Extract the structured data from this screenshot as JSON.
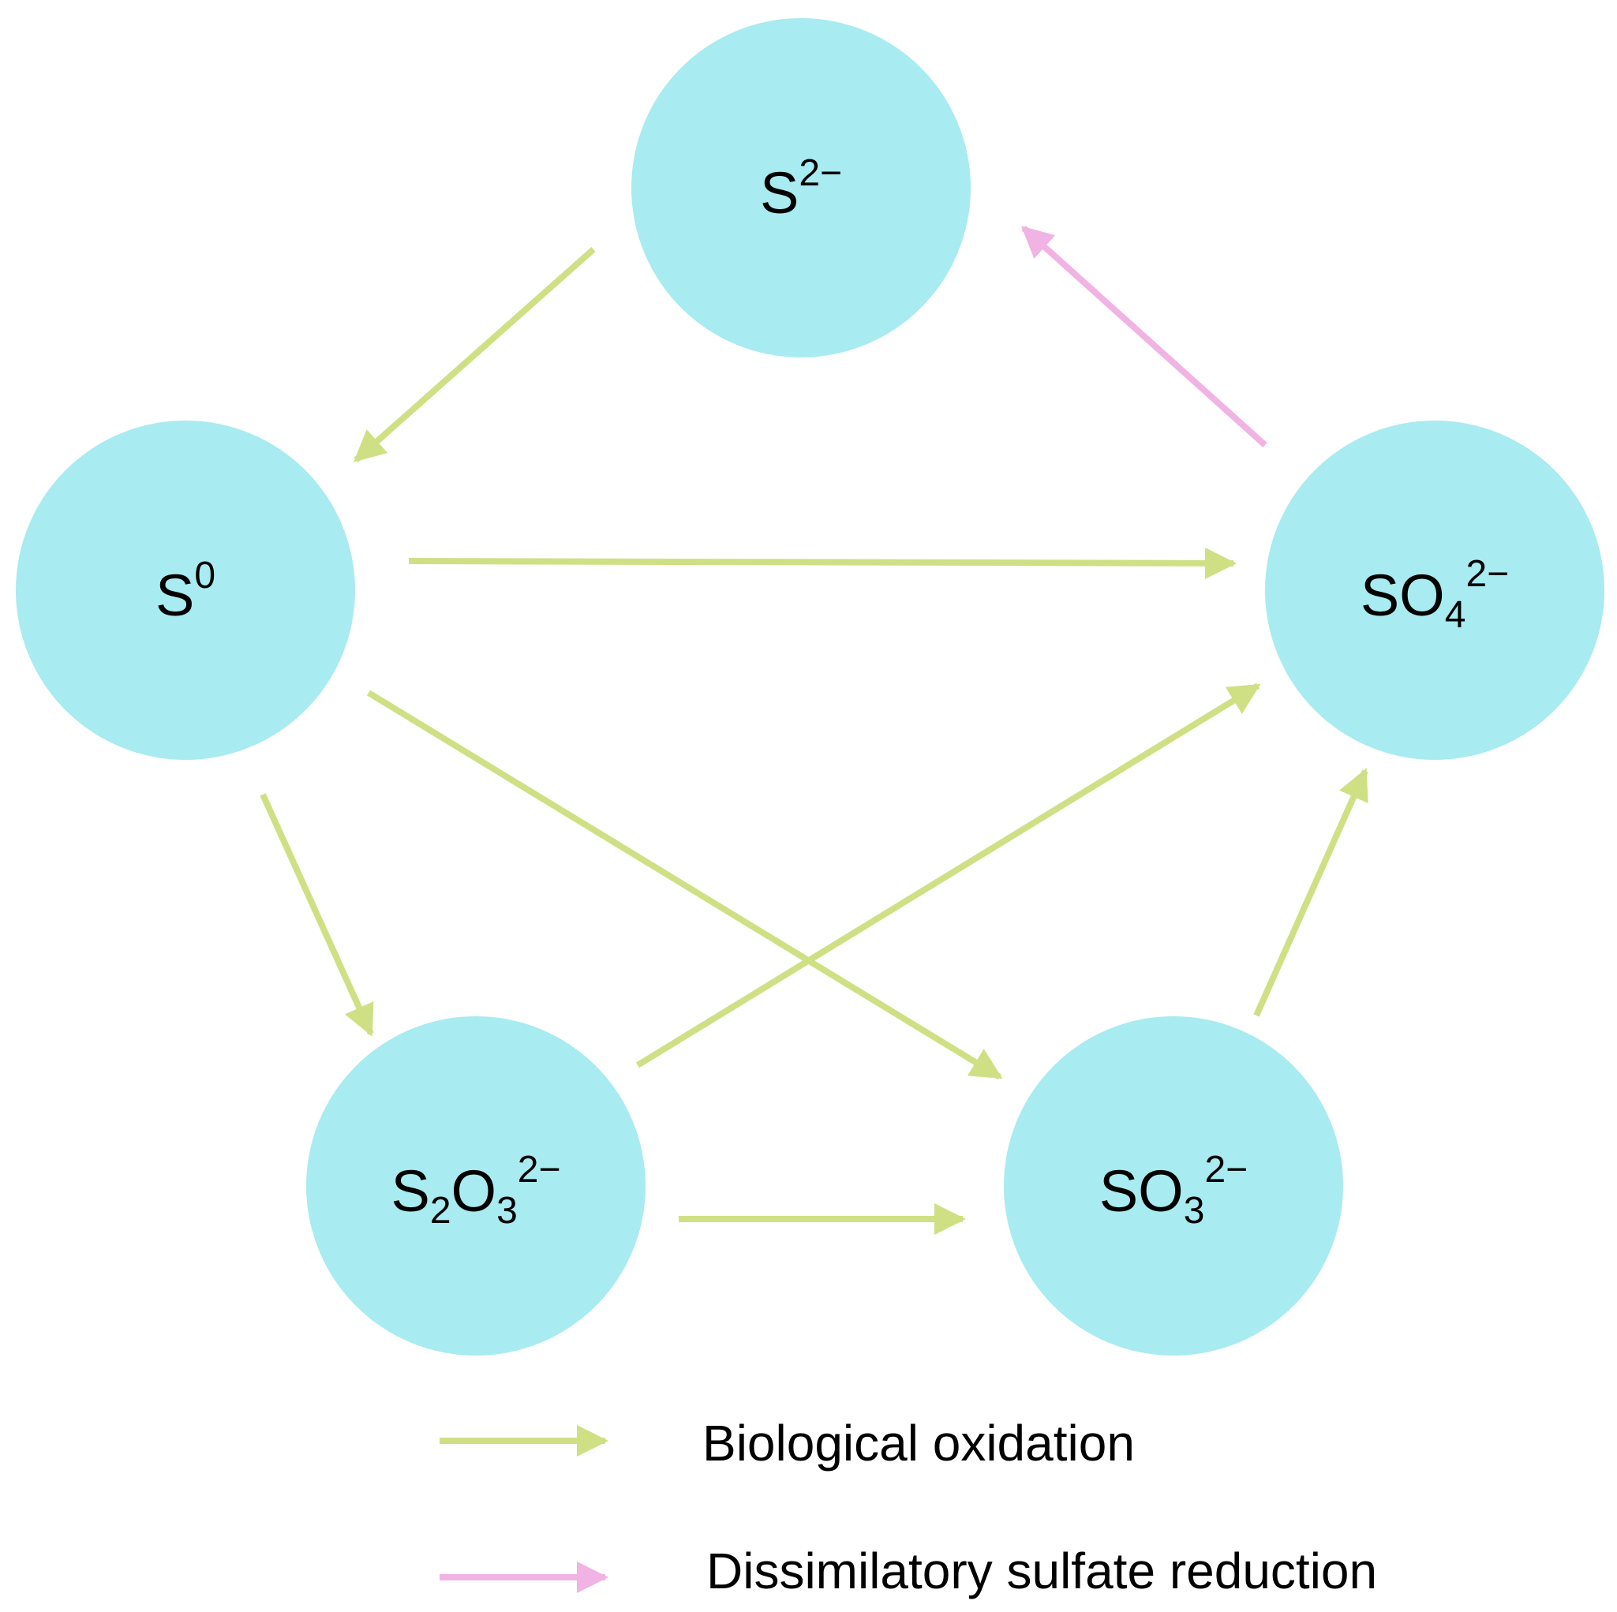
{
  "colors": {
    "node_fill": "#a8ebf1",
    "oxidation_arrow": "#cfe084",
    "reduction_arrow": "#f1b3e3",
    "text": "#000000",
    "background": "#ffffff"
  },
  "nodes": {
    "sulfide": {
      "base": "S",
      "sub": "",
      "sup": "2−"
    },
    "elemental_sulfur": {
      "base": "S",
      "sub": "",
      "sup": "0"
    },
    "sulfate": {
      "base": "SO",
      "sub": "4",
      "sup": "2−"
    },
    "thiosulfate": {
      "base": "S",
      "sub": "2",
      "mid": "O",
      "sub2": "3",
      "sup": "2−"
    },
    "sulfite": {
      "base": "SO",
      "sub": "3",
      "sup": "2−"
    }
  },
  "edges": [
    {
      "from": "sulfide",
      "to": "elemental_sulfur",
      "process": "oxidation"
    },
    {
      "from": "elemental_sulfur",
      "to": "sulfate",
      "process": "oxidation"
    },
    {
      "from": "elemental_sulfur",
      "to": "thiosulfate",
      "process": "oxidation"
    },
    {
      "from": "elemental_sulfur",
      "to": "sulfite",
      "process": "oxidation"
    },
    {
      "from": "thiosulfate",
      "to": "sulfate",
      "process": "oxidation"
    },
    {
      "from": "thiosulfate",
      "to": "sulfite",
      "process": "oxidation"
    },
    {
      "from": "sulfite",
      "to": "sulfate",
      "process": "oxidation"
    },
    {
      "from": "sulfate",
      "to": "sulfide",
      "process": "reduction"
    }
  ],
  "legend": {
    "oxidation_label": "Biological oxidation",
    "reduction_label": "Dissimilatory sulfate reduction"
  }
}
